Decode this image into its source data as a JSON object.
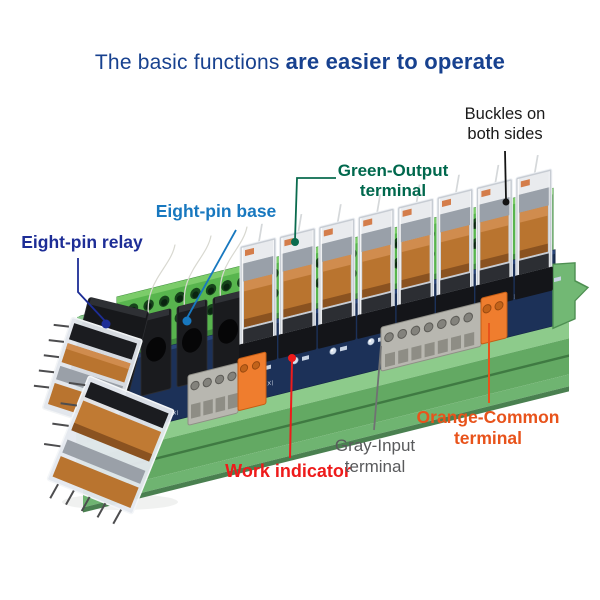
{
  "title": {
    "prefix": "The basic functions ",
    "emphasis": "are easier to operate",
    "color": "#17418f"
  },
  "labels": {
    "buckles": {
      "line1": "Buckles on",
      "line2": "both sides",
      "color": "#1a1a1a"
    },
    "green_output": {
      "line1": "Green-Output",
      "line2": "terminal",
      "color": "#00684d"
    },
    "eight_pin_base": {
      "text": "Eight-pin base",
      "color": "#1878bf"
    },
    "eight_pin_relay": {
      "text": "Eight-pin relay",
      "color": "#1d2d96"
    },
    "work_indicator": {
      "text": "Work indicator",
      "color": "#ee1b1b"
    },
    "gray_input": {
      "line1": "Gray-Input",
      "line2": "terminal",
      "color": "#595a5c"
    },
    "orange_common": {
      "line1": "Orange-Common",
      "line2": "terminal",
      "color": "#e8531b"
    }
  },
  "board": {
    "relay_count": 8,
    "empty_base_count": 3,
    "silkscreen_pattern": "|X|X|X|X|X|X|",
    "colors": {
      "terminal_green": "#58b54e",
      "carrier_green": "#6fb471",
      "pcb_navy": "#1c3158",
      "relay_copper": "#b9742f",
      "relay_clear_case": "#c7ccd3",
      "base_black": "#17181b",
      "input_gray": "#b8b7b0",
      "common_orange": "#ef7d2e"
    }
  }
}
